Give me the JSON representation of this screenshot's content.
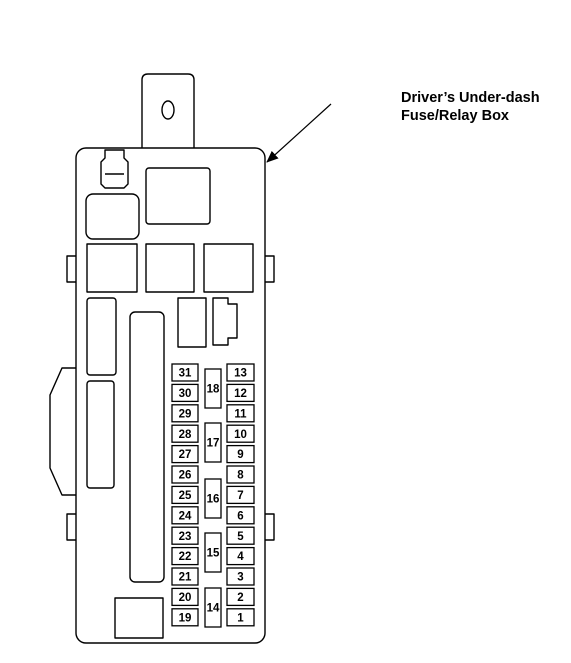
{
  "caption": {
    "line1": "Driver’s Under-dash",
    "line2": "Fuse/Relay Box"
  },
  "fuses_left": [
    "31",
    "30",
    "29",
    "28",
    "27",
    "26",
    "25",
    "24",
    "23",
    "22",
    "21",
    "20",
    "19"
  ],
  "fuses_right": [
    "13",
    "12",
    "11",
    "10",
    "9",
    "8",
    "7",
    "6",
    "5",
    "4",
    "3",
    "2",
    "1"
  ],
  "fuses_center": [
    "18",
    "17",
    "16",
    "15",
    "14"
  ],
  "colors": {
    "stroke": "#000000",
    "fill": "#ffffff"
  }
}
